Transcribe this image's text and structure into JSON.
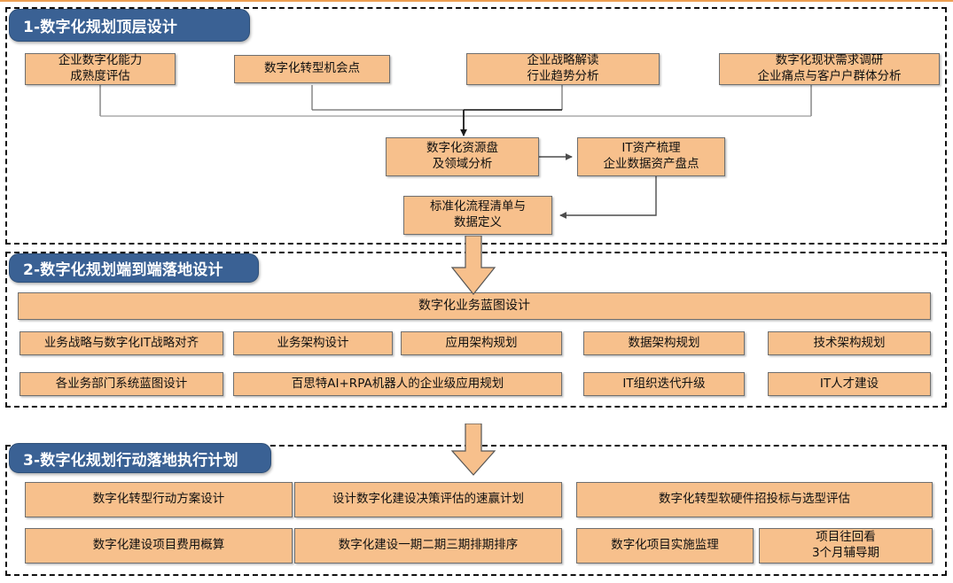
{
  "meta": {
    "colors": {
      "accent_blue": "#3A6194",
      "box_fill": "#F7C08C",
      "box_border": "#6F6F6F",
      "dash_border": "#111111",
      "top_rule": "#ED9F52"
    }
  },
  "sections": [
    {
      "id": "section-1",
      "title": "1-数字化规划顶层设计",
      "top_row": [
        {
          "label": "企业数字化能力\n成熟度评估"
        },
        {
          "label": "数字化转型机会点"
        },
        {
          "label": "企业战略解读\n行业趋势分析"
        },
        {
          "label": "数字化现状需求调研\n企业痛点与客户户群体分析"
        }
      ],
      "mid_row": [
        {
          "label": "数字化资源盘\n及领域分析"
        },
        {
          "label": "IT资产梳理\n企业数据资产盘点"
        }
      ],
      "bottom_row": [
        {
          "label": "标准化流程清单与\n数据定义"
        }
      ]
    },
    {
      "id": "section-2",
      "title": "2-数字化规划端到端落地设计",
      "banner": "数字化业务蓝图设计",
      "row1": [
        {
          "label": "业务战略与数字化IT战略对齐"
        },
        {
          "label": "业务架构设计"
        },
        {
          "label": "应用架构规划"
        },
        {
          "label": "数据架构规划"
        },
        {
          "label": "技术架构规划"
        }
      ],
      "row2": [
        {
          "label": "各业务部门系统蓝图设计"
        },
        {
          "label": "百思特AI+RPA机器人的企业级应用规划"
        },
        {
          "label": "IT组织迭代升级"
        },
        {
          "label": "IT人才建设"
        }
      ]
    },
    {
      "id": "section-3",
      "title": "3-数字化规划行动落地执行计划",
      "row1": [
        {
          "label": "数字化转型行动方案设计"
        },
        {
          "label": "设计数字化建设决策评估的速赢计划"
        },
        {
          "label": "数字化转型软硬件招投标与选型评估"
        }
      ],
      "row2": [
        {
          "label": "数字化建设项目费用概算"
        },
        {
          "label": "数字化建设一期二期三期排期排序"
        },
        {
          "label": "数字化项目实施监理"
        },
        {
          "label": "项目往回看\n3个月辅导期"
        }
      ]
    }
  ],
  "connectors": {
    "arrow_1_to_2": "down-block-arrow",
    "arrow_2_to_3": "down-block-arrow"
  }
}
